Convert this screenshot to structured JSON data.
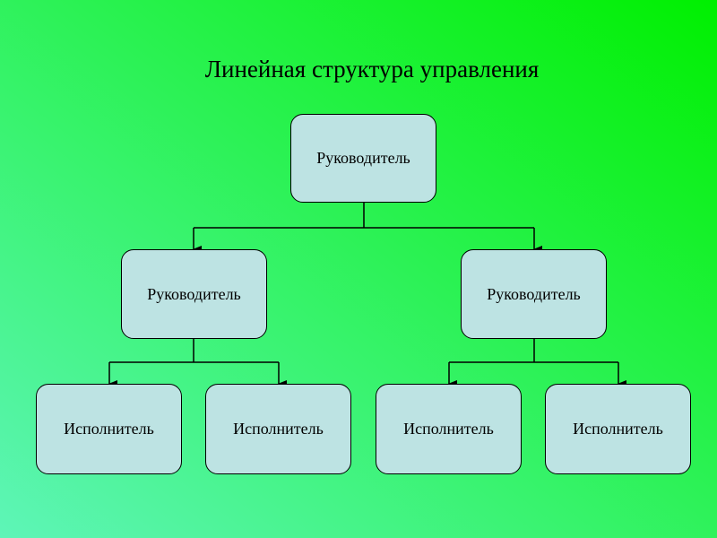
{
  "title": "Линейная структура управления",
  "nodes": {
    "root": {
      "label": "Руководитель"
    },
    "manager_left": {
      "label": "Руководитель"
    },
    "manager_right": {
      "label": "Руководитель"
    },
    "executors": [
      {
        "label": "Исполнитель"
      },
      {
        "label": "Исполнитель"
      },
      {
        "label": "Исполнитель"
      },
      {
        "label": "Исполнитель"
      }
    ]
  },
  "colors": {
    "background_top_right": "#00f000",
    "background_bottom_left": "#5ef5b8",
    "node_fill": "#bde3e3",
    "connector": "#000000"
  }
}
